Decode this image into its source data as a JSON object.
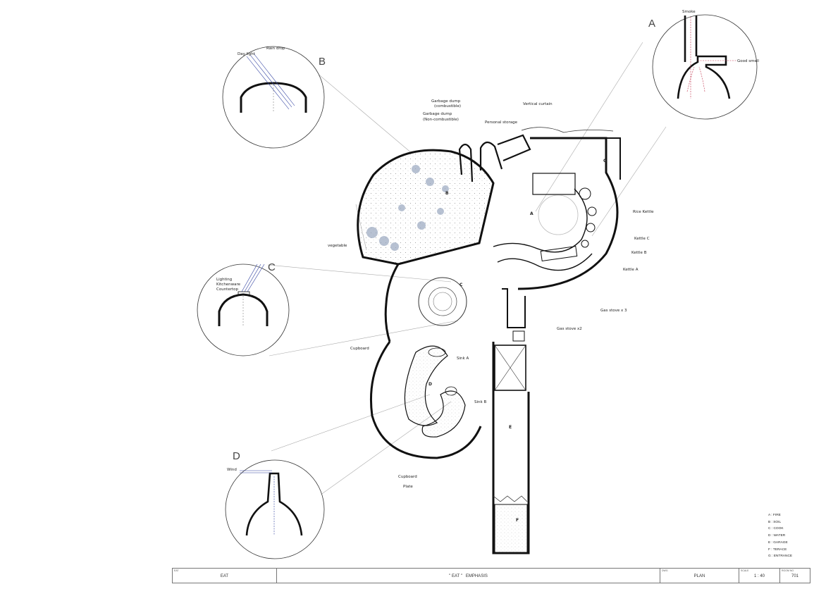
{
  "details": {
    "A": {
      "letter": "A",
      "labels": [
        "Smoke",
        "Good smell"
      ]
    },
    "B": {
      "letter": "B",
      "labels": [
        "Day light",
        "Rain drop"
      ]
    },
    "C": {
      "letter": "C",
      "labels": [
        "Lighting",
        "Kitchenware",
        "Countertop"
      ]
    },
    "D": {
      "letter": "D",
      "labels": [
        "Wind"
      ]
    }
  },
  "plan_labels": {
    "garbage_combustible": [
      "Garbage dump",
      "(combustible)"
    ],
    "garbage_noncombustible": [
      "Garbage dump",
      "(Non-combustible)"
    ],
    "personal_storage": "Personal storage",
    "vertical_curtain": "Vertical curtain",
    "vegetable": "vegetable",
    "rice_kettle": "Rice Kettle",
    "kettle_c": "Kettle C",
    "kettle_b": "Kettle B",
    "kettle_a": "Kettle A",
    "gas_stove_x3": "Gas stove x 3",
    "gas_stove_x2": "Gas stove x2",
    "cupboard_1": "Cupboard",
    "sink_a": "Sink A",
    "sink_b": "Sink B",
    "cupboard_2": "Cupboard",
    "plate": "Plate"
  },
  "rooms": {
    "A": "A",
    "B": "B",
    "C": "C",
    "D": "D",
    "E": "E",
    "F": "F",
    "G": "G"
  },
  "legend": [
    "A : FIRE",
    "B : SOIL",
    "C : COOK",
    "D : WATER",
    "E : GARAGE",
    "F : TERACE",
    "G : ENTRANCE"
  ],
  "title_block": {
    "project_caption": "EAT",
    "project": "EAT",
    "title": "\" EAT \"   EMPHASIS",
    "drawing_caption": "DWG",
    "drawing": "PLAN",
    "scale_caption": "SCALE",
    "scale": "1 : 40",
    "sheet_caption": "ROOM NO",
    "sheet": "701"
  },
  "colors": {
    "line": "#111111",
    "accent_red": "#c0304a",
    "accent_blue": "#3040a0",
    "leader": "#999999"
  }
}
